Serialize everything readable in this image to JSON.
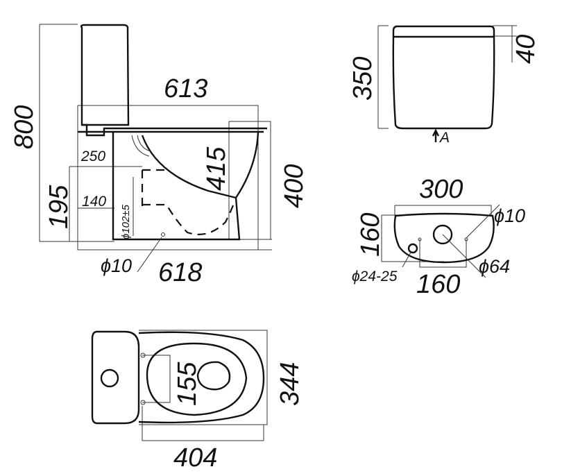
{
  "side_view": {
    "height_total": "800",
    "length_top": "613",
    "seat_height": "415",
    "bowl_height": "400",
    "outlet_height": "195",
    "length_bottom": "618",
    "dim_250": "250",
    "dim_140": "140",
    "outlet_diameter": "ϕ102±5",
    "fix_hole": "ϕ10"
  },
  "tank_front": {
    "height": "350",
    "lid_height": "40",
    "view_marker": "A"
  },
  "tank_bottom": {
    "width": "300",
    "depth": "160",
    "bolt_hole": "ϕ10",
    "inlet_hole": "ϕ24-25",
    "bolt_spacing": "160",
    "flush_hole": "ϕ64"
  },
  "top_view": {
    "seat_fix_spacing": "155",
    "width": "344",
    "length": "404"
  }
}
